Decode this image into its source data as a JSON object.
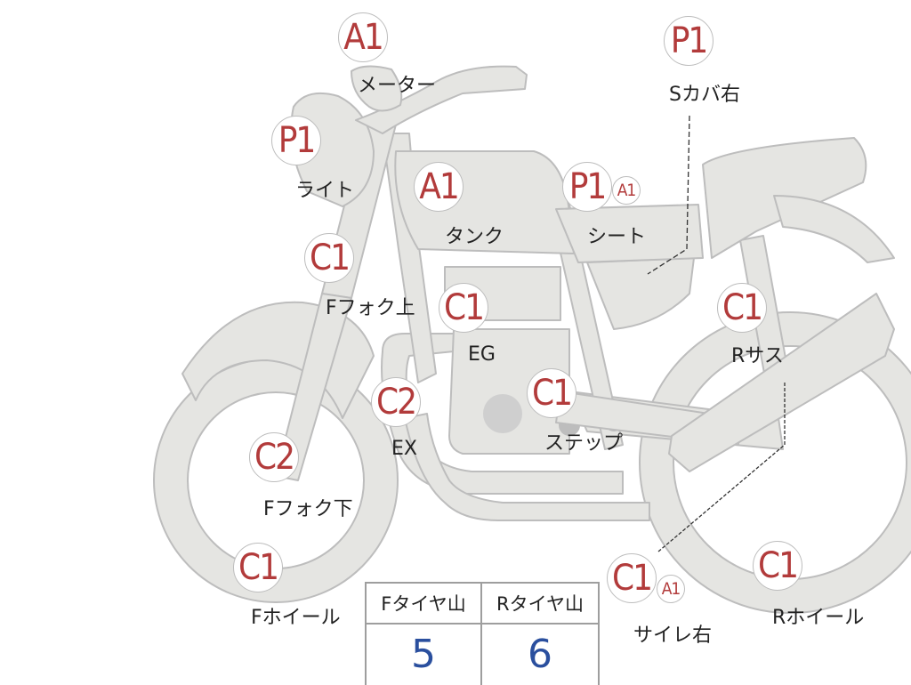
{
  "badges": {
    "meter": "A1",
    "light": "P1",
    "tank": "A1",
    "seat_p": "P1",
    "seat_a": "A1",
    "scover": "P1",
    "ffork_upper": "C1",
    "eg": "C1",
    "rsus": "C1",
    "ex": "C2",
    "step": "C1",
    "ffork_lower": "C2",
    "fwheel": "C1",
    "muffler_c": "C1",
    "muffler_a": "A1",
    "rwheel": "C1"
  },
  "labels": {
    "meter": "メーター",
    "light": "ライト",
    "tank": "タンク",
    "seat": "シート",
    "scover": "Sカバ右",
    "ffork_upper": "Fフォク上",
    "eg": "EG",
    "rsus": "Rサス",
    "ex": "EX",
    "step": "ステップ",
    "ffork_lower": "Fフォク下",
    "fwheel": "Fホイール",
    "muffler": "サイレ右",
    "rwheel": "Rホイール"
  },
  "tire_table": {
    "headers": [
      "Fタイヤ山",
      "Rタイヤ山"
    ],
    "values": [
      "5",
      "6"
    ]
  },
  "colors": {
    "part_fill": "#e5e5e2",
    "part_stroke": "#bdbdbd",
    "badge_text": "#b23b3b",
    "value_text": "#2a4f9e"
  }
}
